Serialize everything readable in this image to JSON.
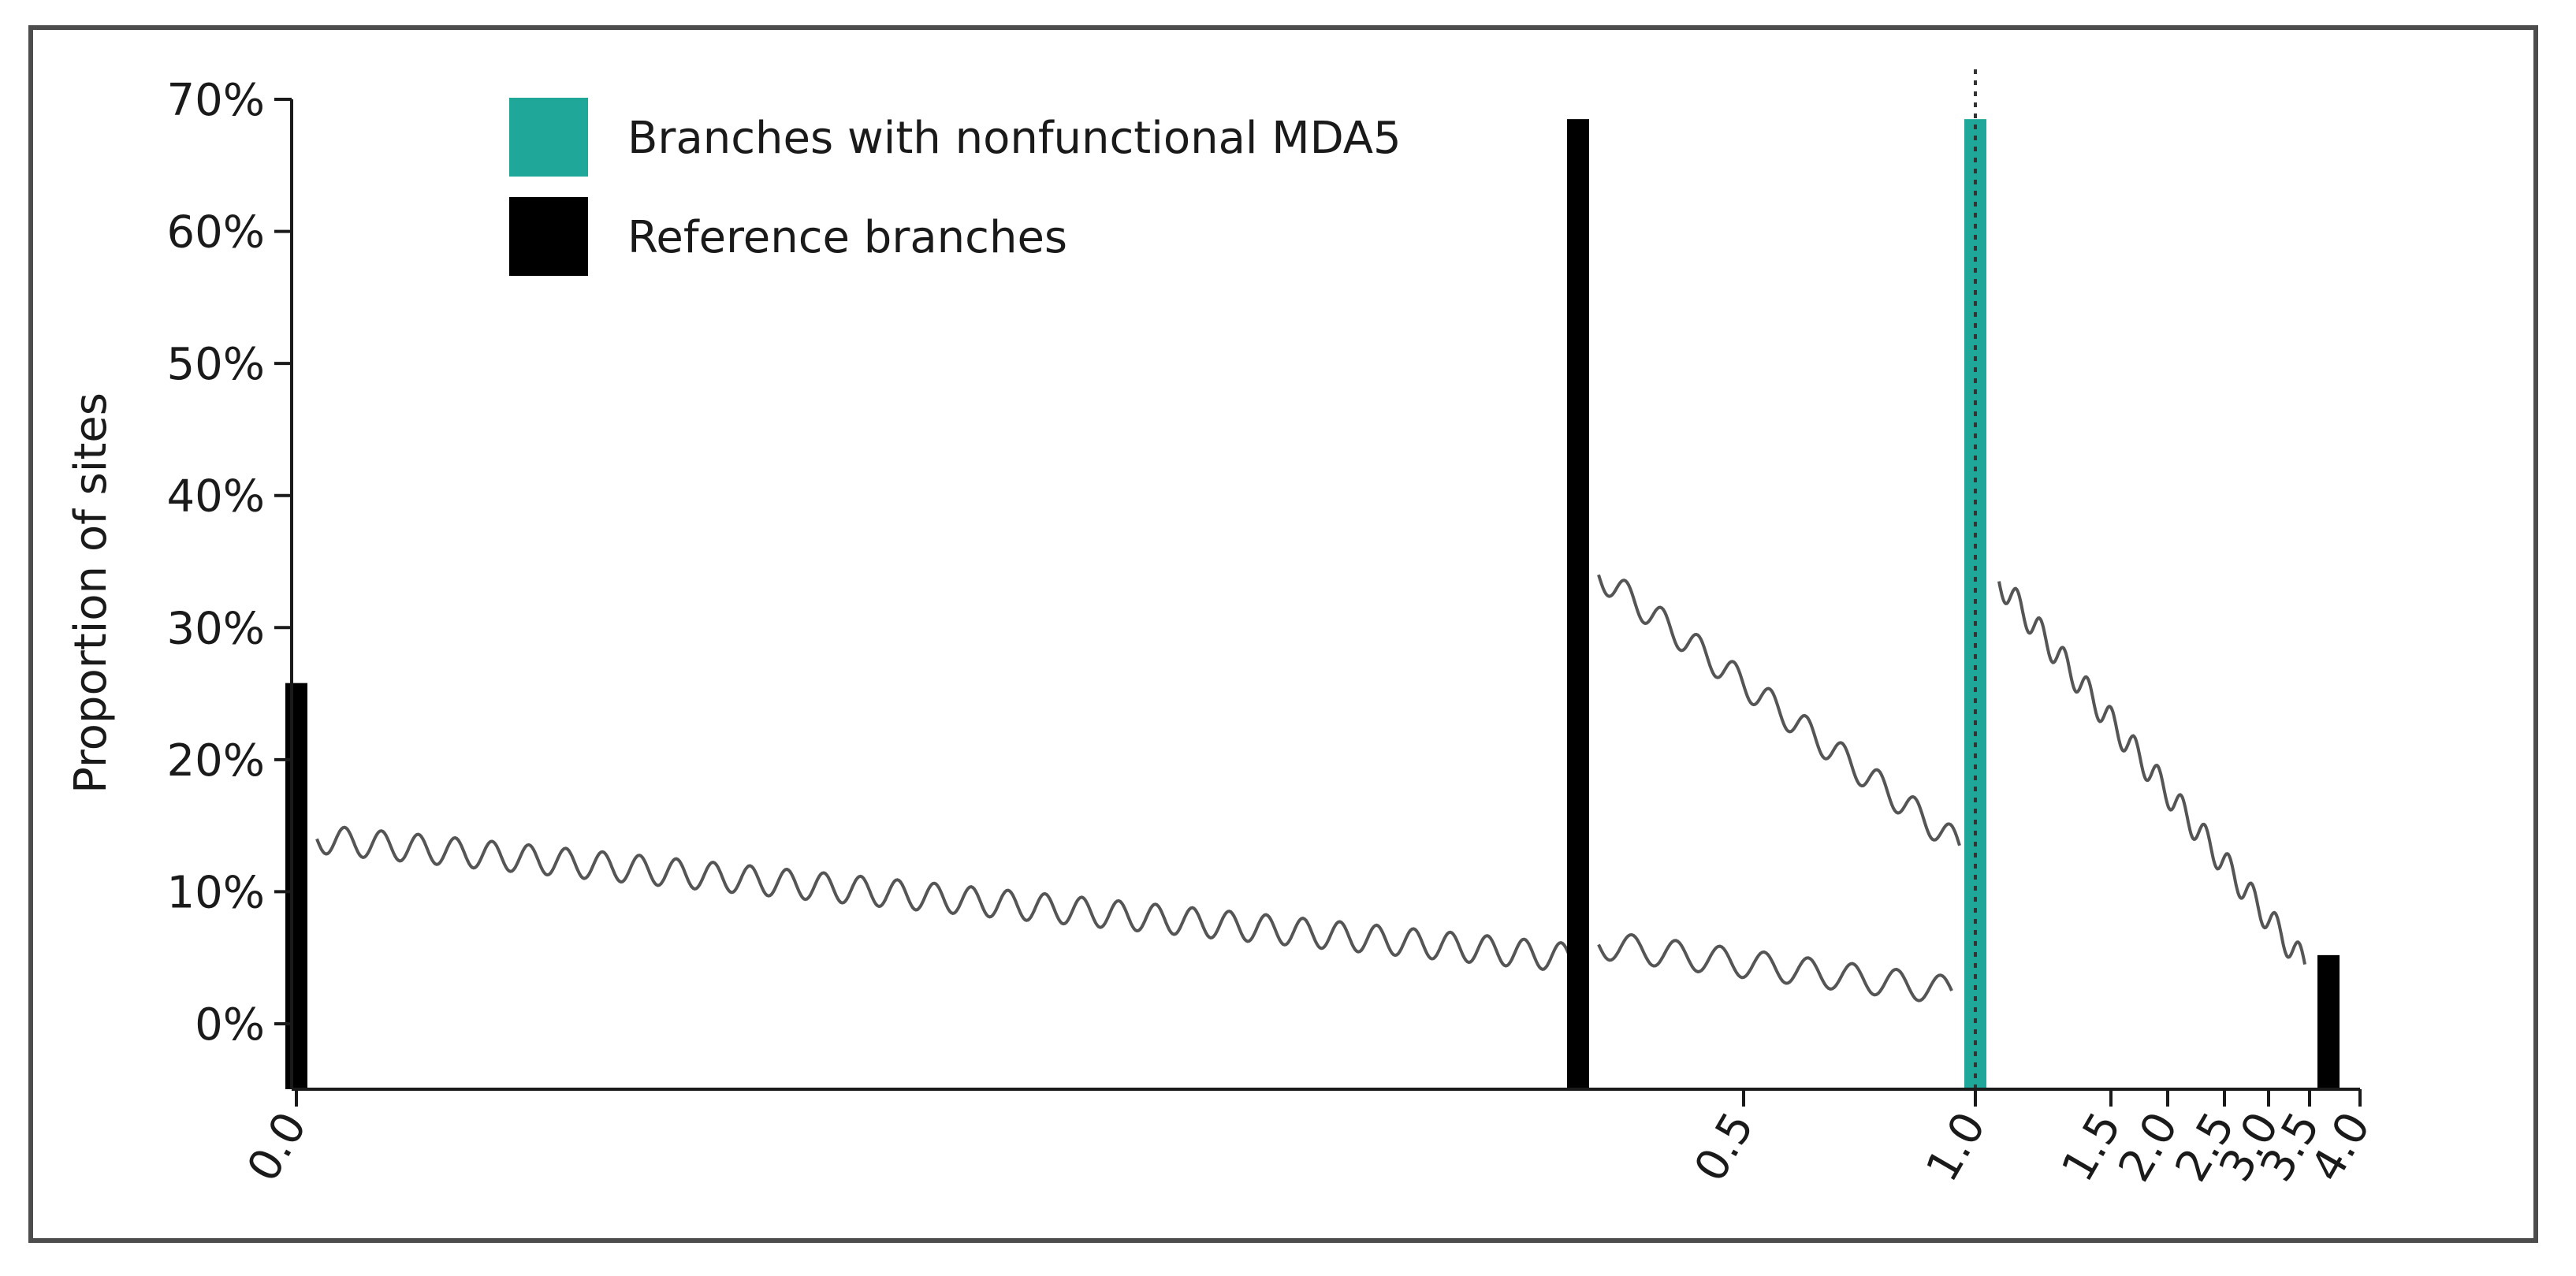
{
  "chart_data": {
    "type": "bar",
    "ylabel": "Proportion of sites",
    "xlabel": "",
    "ylim": [
      -5,
      70
    ],
    "y_ticks": [
      0,
      10,
      20,
      30,
      40,
      50,
      60,
      70
    ],
    "y_tick_labels": [
      "0%",
      "10%",
      "20%",
      "30%",
      "40%",
      "50%",
      "60%",
      "70%"
    ],
    "x_scale": "nonlinear (compressed below 0.5 and above 1.0)",
    "x_ticks": [
      0.0,
      0.5,
      1.0,
      1.5,
      2.0,
      2.5,
      3.0,
      3.5,
      4.0
    ],
    "x_tick_labels": [
      "0.0",
      "0.5",
      "1.0",
      "1.5",
      "2.0",
      "2.5",
      "3.0",
      "3.5",
      "4.0"
    ],
    "reference_line_x": 1.0,
    "series": [
      {
        "name": "Branches with nonfunctional MDA5",
        "color": "#1fa89a",
        "bars": [
          {
            "x": 1.0,
            "value": 68.5
          }
        ]
      },
      {
        "name": "Reference branches",
        "color": "#000000",
        "bars": [
          {
            "x": 0.0,
            "value": 25.8
          },
          {
            "x": 0.28,
            "value": 68.5
          },
          {
            "x": 3.7,
            "value": 5.2
          }
        ]
      }
    ],
    "wavy_connectors": [
      {
        "from_x": 0.0,
        "to_x": 0.28,
        "y_start": 14,
        "y_end": 5
      },
      {
        "from_x": 0.28,
        "to_x": 1.0,
        "y_start": 6,
        "y_end": 2.5
      },
      {
        "from_x": 0.28,
        "to_x": 1.0,
        "y_start": 34,
        "y_end": 13.5
      },
      {
        "from_x": 1.0,
        "to_x": 3.7,
        "y_start": 33.5,
        "y_end": 4.5
      }
    ],
    "legend": {
      "placement": "top-left"
    },
    "grid": false
  }
}
